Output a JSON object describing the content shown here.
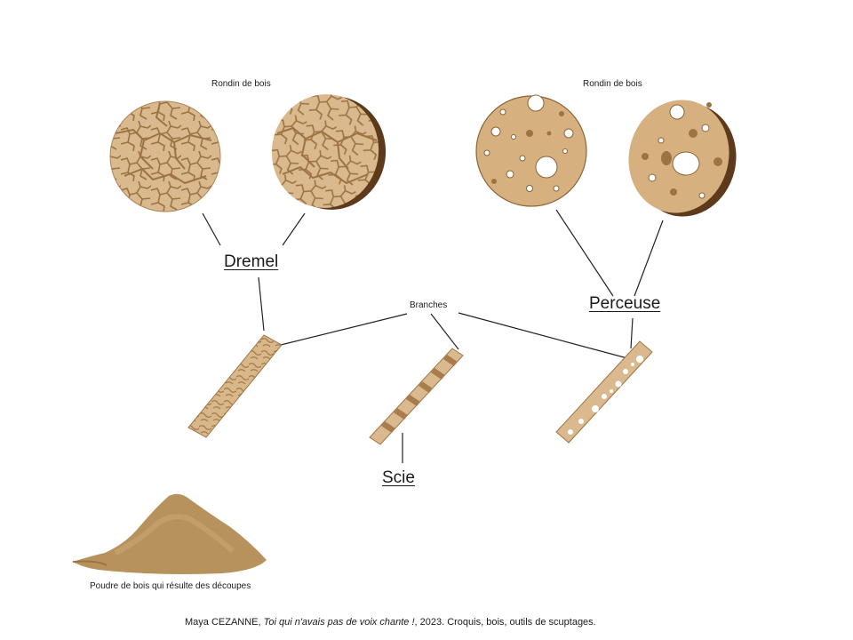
{
  "diagram": {
    "log_label_left": "Rondin de bois",
    "log_label_right": "Rondin de bois",
    "branches_label": "Branches",
    "tool_dremel": "Dremel",
    "tool_perceuse": "Perceuse",
    "tool_scie": "Scie",
    "powder_label": "Poudre de bois qui résulte des découpes"
  },
  "caption": {
    "author": "Maya CEZANNE,",
    "title": "Toi qui n'avais pas de voix chante !",
    "details": ", 2023. Croquis, bois, outils de scuptages."
  },
  "colors": {
    "wood_light": "#d9b98d",
    "wood_crack": "#9c7444",
    "wood_edge": "#6b4322",
    "line": "#222222"
  }
}
